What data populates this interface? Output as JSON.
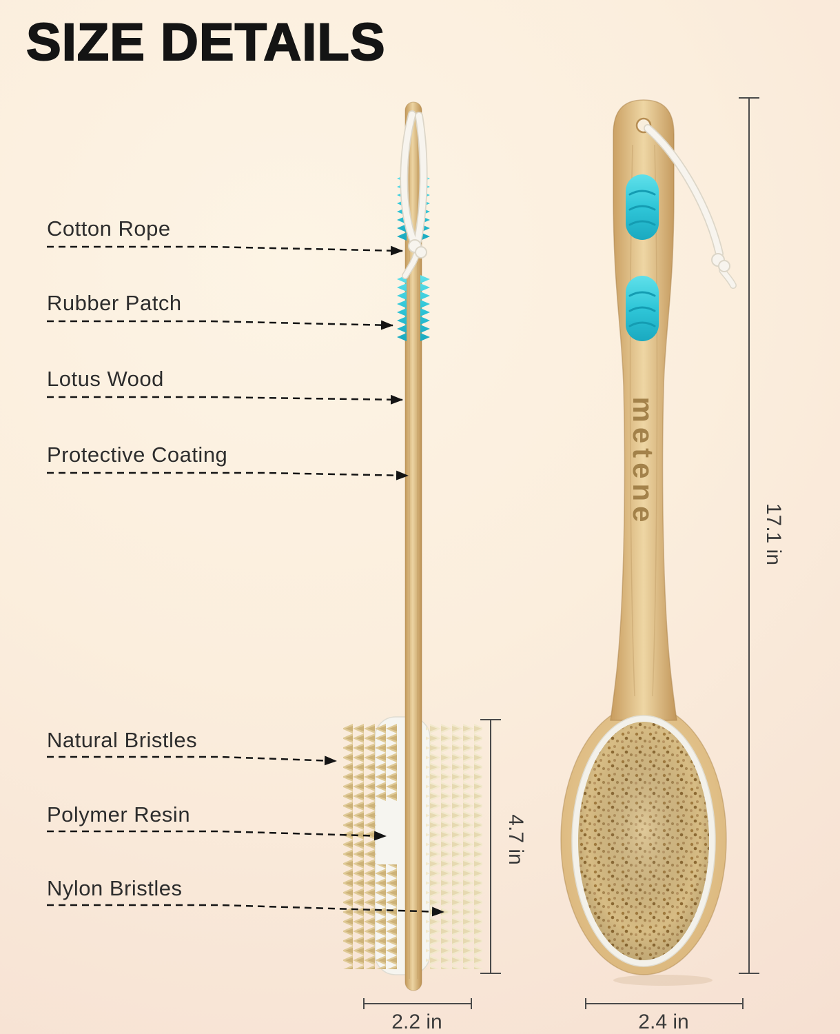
{
  "title": "SIZE DETAILS",
  "brand": "metene",
  "callouts": [
    {
      "id": "cotton-rope",
      "label": "Cotton Rope"
    },
    {
      "id": "rubber-patch",
      "label": "Rubber Patch"
    },
    {
      "id": "lotus-wood",
      "label": "Lotus Wood"
    },
    {
      "id": "protective-coating",
      "label": "Protective Coating"
    },
    {
      "id": "natural-bristles",
      "label": "Natural Bristles"
    },
    {
      "id": "polymer-resin",
      "label": "Polymer Resin"
    },
    {
      "id": "nylon-bristles",
      "label": "Nylon Bristles"
    }
  ],
  "dimensions": {
    "overall_length": "17.1 in",
    "head_length": "4.7 in",
    "head_thickness": "2.2 in",
    "head_width": "2.4 in"
  },
  "colors": {
    "wood": "#d8b276",
    "teal_rubber": "#35cddb",
    "cotton_rope": "#f7f4ee",
    "natural_bristles": "#dfca97",
    "nylon_bristles": "#f2e9cd",
    "background": "#fbeedd",
    "text": "#2d2d2d"
  }
}
